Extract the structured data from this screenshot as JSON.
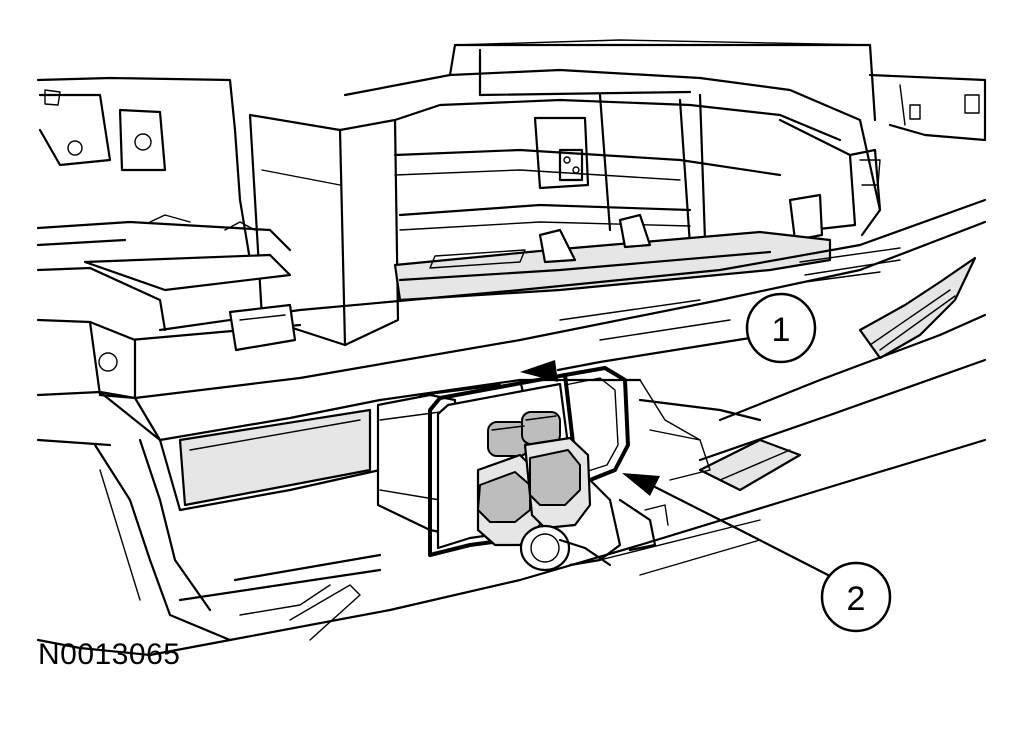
{
  "figure": {
    "id_label": "N0013065"
  },
  "callouts": [
    {
      "label": "1"
    },
    {
      "label": "2"
    }
  ],
  "colors": {
    "line": "#000000",
    "background": "#ffffff",
    "component_shade": "#e6e6e6"
  }
}
